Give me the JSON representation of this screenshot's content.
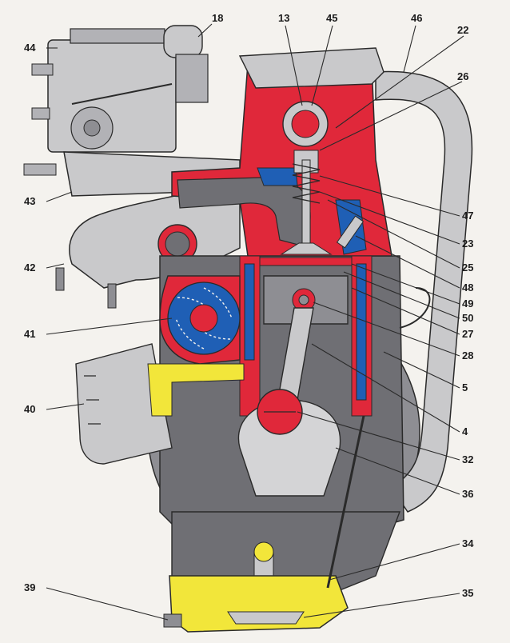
{
  "diagram": {
    "kind": "engine cross-section",
    "colors": {
      "background": "#f4f2ee",
      "metal": "#c9c9cb",
      "metal_dark": "#8e8e93",
      "block": "#6f6f74",
      "hot_red": "#e0283a",
      "coolant_blue": "#1f5fb5",
      "oil_yellow": "#f2e63a",
      "outline": "#2a2a2a"
    },
    "callouts": [
      {
        "id": "18",
        "text": "18"
      },
      {
        "id": "13",
        "text": "13"
      },
      {
        "id": "45",
        "text": "45"
      },
      {
        "id": "46",
        "text": "46"
      },
      {
        "id": "22",
        "text": "22"
      },
      {
        "id": "44",
        "text": "44"
      },
      {
        "id": "26",
        "text": "26"
      },
      {
        "id": "43",
        "text": "43"
      },
      {
        "id": "47",
        "text": "47"
      },
      {
        "id": "23",
        "text": "23"
      },
      {
        "id": "42",
        "text": "42"
      },
      {
        "id": "25",
        "text": "25"
      },
      {
        "id": "48",
        "text": "48"
      },
      {
        "id": "49",
        "text": "49"
      },
      {
        "id": "50",
        "text": "50"
      },
      {
        "id": "41",
        "text": "41"
      },
      {
        "id": "27",
        "text": "27"
      },
      {
        "id": "28",
        "text": "28"
      },
      {
        "id": "5",
        "text": "5"
      },
      {
        "id": "40",
        "text": "40"
      },
      {
        "id": "4",
        "text": "4"
      },
      {
        "id": "32",
        "text": "32"
      },
      {
        "id": "36",
        "text": "36"
      },
      {
        "id": "34",
        "text": "34"
      },
      {
        "id": "39",
        "text": "39"
      },
      {
        "id": "35",
        "text": "35"
      }
    ]
  }
}
